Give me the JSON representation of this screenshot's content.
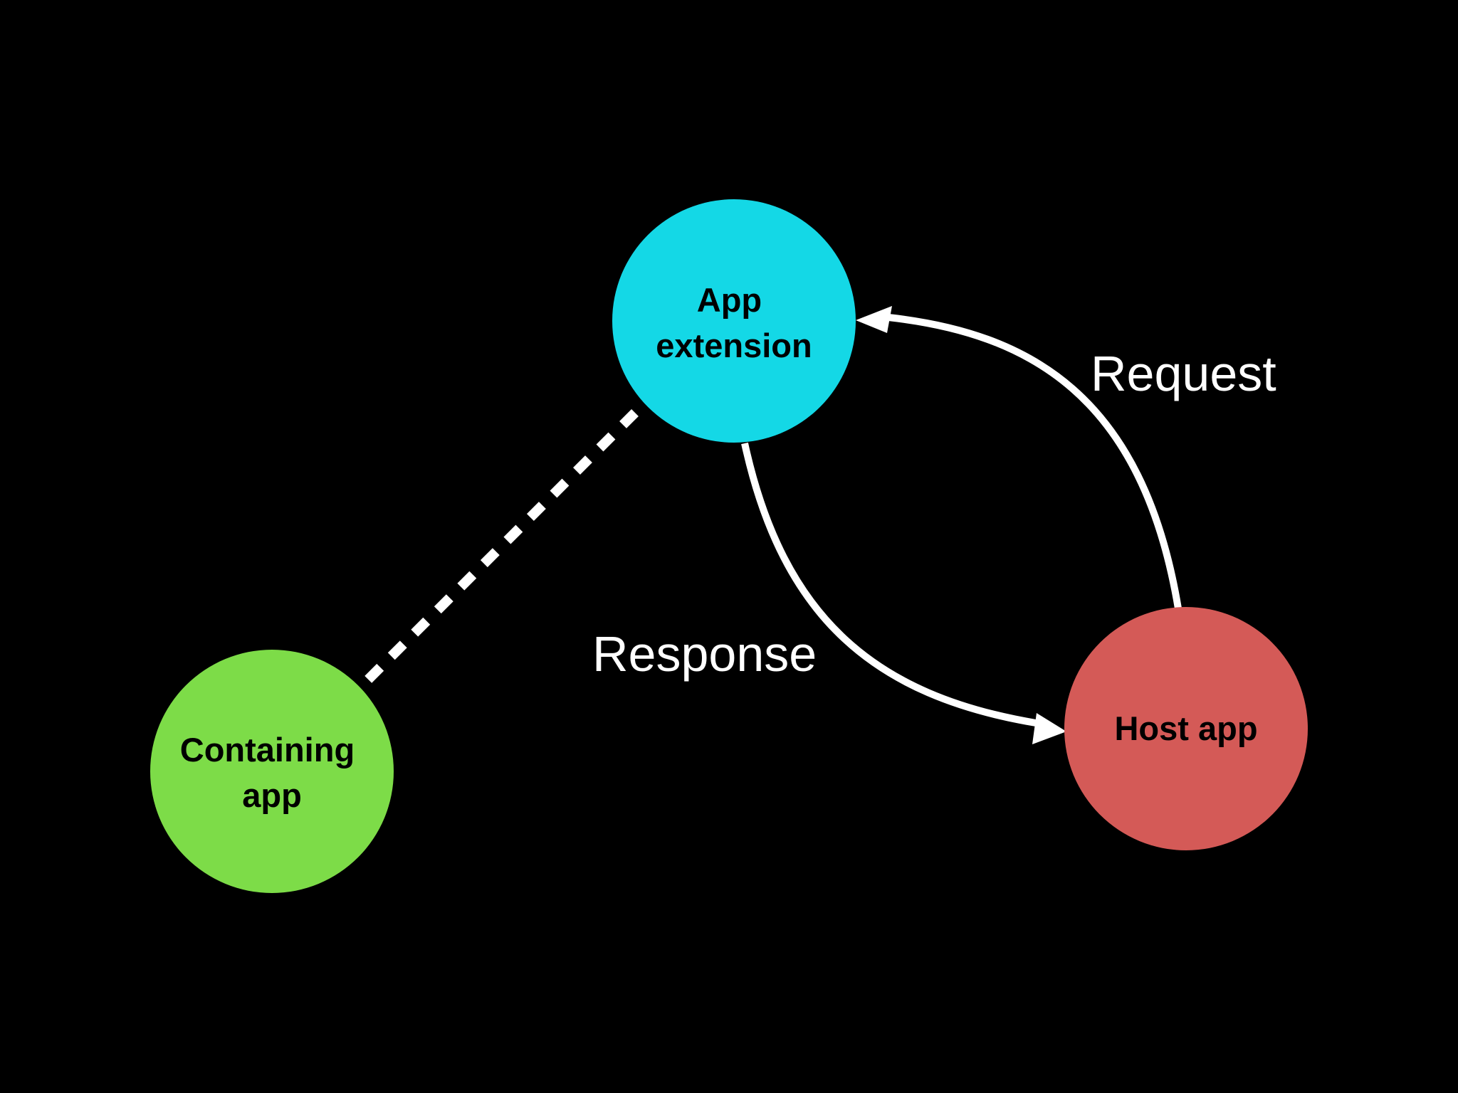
{
  "diagram": {
    "background": "#000000",
    "nodes": [
      {
        "id": "app-extension",
        "lines": [
          "App",
          "extension"
        ],
        "color": "#14d8e6"
      },
      {
        "id": "containing-app",
        "lines": [
          "Containing",
          "app"
        ],
        "color": "#7ddc48"
      },
      {
        "id": "host-app",
        "lines": [
          "Host app"
        ],
        "color": "#d45a57"
      }
    ],
    "edges": [
      {
        "id": "request",
        "from": "host-app",
        "to": "app-extension",
        "label": "Request",
        "style": "solid-arrow"
      },
      {
        "id": "response",
        "from": "app-extension",
        "to": "host-app",
        "label": "Response",
        "style": "solid-arrow"
      },
      {
        "id": "link",
        "from": "app-extension",
        "to": "containing-app",
        "label": "",
        "style": "dashed"
      }
    ]
  }
}
